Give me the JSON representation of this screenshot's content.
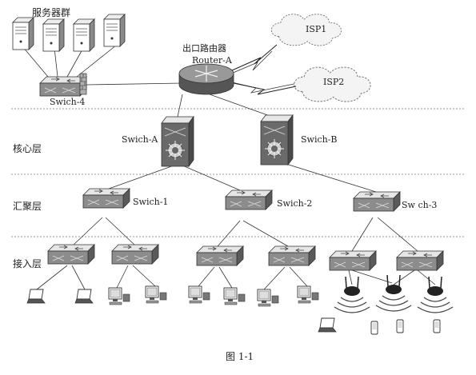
{
  "texts": {
    "servers_label": "服务器群",
    "router_cn": "出口路由器",
    "router_en": "Router-A",
    "isp1": "ISP1",
    "isp2": "ISP2",
    "swich4": "Swich-4",
    "core_layer": "核心层",
    "swich_a": "Swich-A",
    "swich_b": "Swich-B",
    "aggregation_layer": "汇聚层",
    "swich1": "Swich-1",
    "swich2": "Swich-2",
    "swich3": "Sw ch-3",
    "access_layer": "接入层",
    "figure_caption": "图 1-1"
  },
  "colors": {
    "line": "#333333",
    "device_top": "#e6e6e6",
    "device_side": "#5a5a5a",
    "device_front": "#8c8c8c",
    "core_body": "#6a6a6a",
    "cloud": "#f4f4f4",
    "dashed": "#777777"
  },
  "icons": [
    "server-icon",
    "router-icon",
    "core-switch-icon",
    "switch-icon",
    "firewall-icon",
    "cloud-icon",
    "laptop-icon",
    "desktop-icon",
    "wireless-ap-icon",
    "mobile-phone-icon",
    "lightning-link-icon"
  ]
}
